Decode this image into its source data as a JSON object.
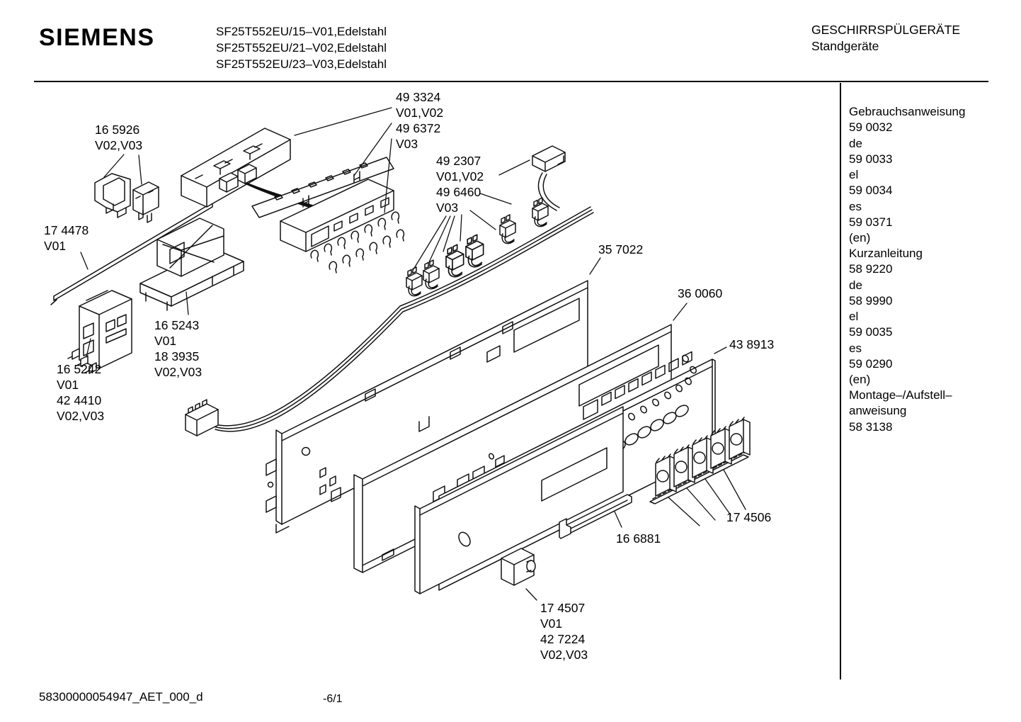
{
  "header": {
    "brand": "SIEMENS",
    "models": [
      "SF25T552EU/15–V01,Edelstahl",
      "SF25T552EU/21–V02,Edelstahl",
      "SF25T552EU/23–V03,Edelstahl"
    ],
    "category": "GESCHIRRSPÜLGERÄTE",
    "subcategory": "Standgeräte"
  },
  "sidebar": {
    "sections": [
      {
        "title": "Gebrauchsanweisung",
        "lines": [
          "59 0032",
          "de",
          "59 0033",
          "el",
          "59 0034",
          "es",
          "59 0371",
          "(en)"
        ]
      },
      {
        "title": "Kurzanleitung",
        "lines": [
          "58 9220",
          "de",
          "58 9990",
          "el",
          "59 0035",
          "es",
          "59 0290",
          "(en)"
        ]
      },
      {
        "title": "Montage–/Aufstell–",
        "lines": [
          "anweisung",
          "58 3138"
        ]
      }
    ]
  },
  "diagram": {
    "labels": [
      {
        "part": "16 5926",
        "lines": [
          "16 5926",
          "V02,V03"
        ]
      },
      {
        "part": "17 4478",
        "lines": [
          "17 4478",
          "V01"
        ]
      },
      {
        "part": "49 3324",
        "lines": [
          "49 3324",
          "V01,V02",
          "49 6372",
          "V03"
        ]
      },
      {
        "part": "49 2307",
        "lines": [
          "49 2307",
          "V01,V02",
          "49 6460",
          "V03"
        ]
      },
      {
        "part": "16 5243",
        "lines": [
          "16 5243",
          "V01",
          "18 3935",
          "V02,V03"
        ]
      },
      {
        "part": "16 5242",
        "lines": [
          "16 5242",
          "V01",
          "42 4410",
          "V02,V03"
        ]
      },
      {
        "part": "35 7022",
        "lines": [
          "35 7022"
        ]
      },
      {
        "part": "36 0060",
        "lines": [
          "36 0060"
        ]
      },
      {
        "part": "43 8913",
        "lines": [
          "43 8913"
        ]
      },
      {
        "part": "17 4506",
        "lines": [
          "17 4506"
        ]
      },
      {
        "part": "16 6881",
        "lines": [
          "16 6881"
        ]
      },
      {
        "part": "17 4507",
        "lines": [
          "17 4507",
          "V01",
          "42 7224",
          "V02,V03"
        ]
      }
    ]
  },
  "footer": {
    "document_id": "58300000054947_AET_000_d",
    "page": "-6/1"
  }
}
